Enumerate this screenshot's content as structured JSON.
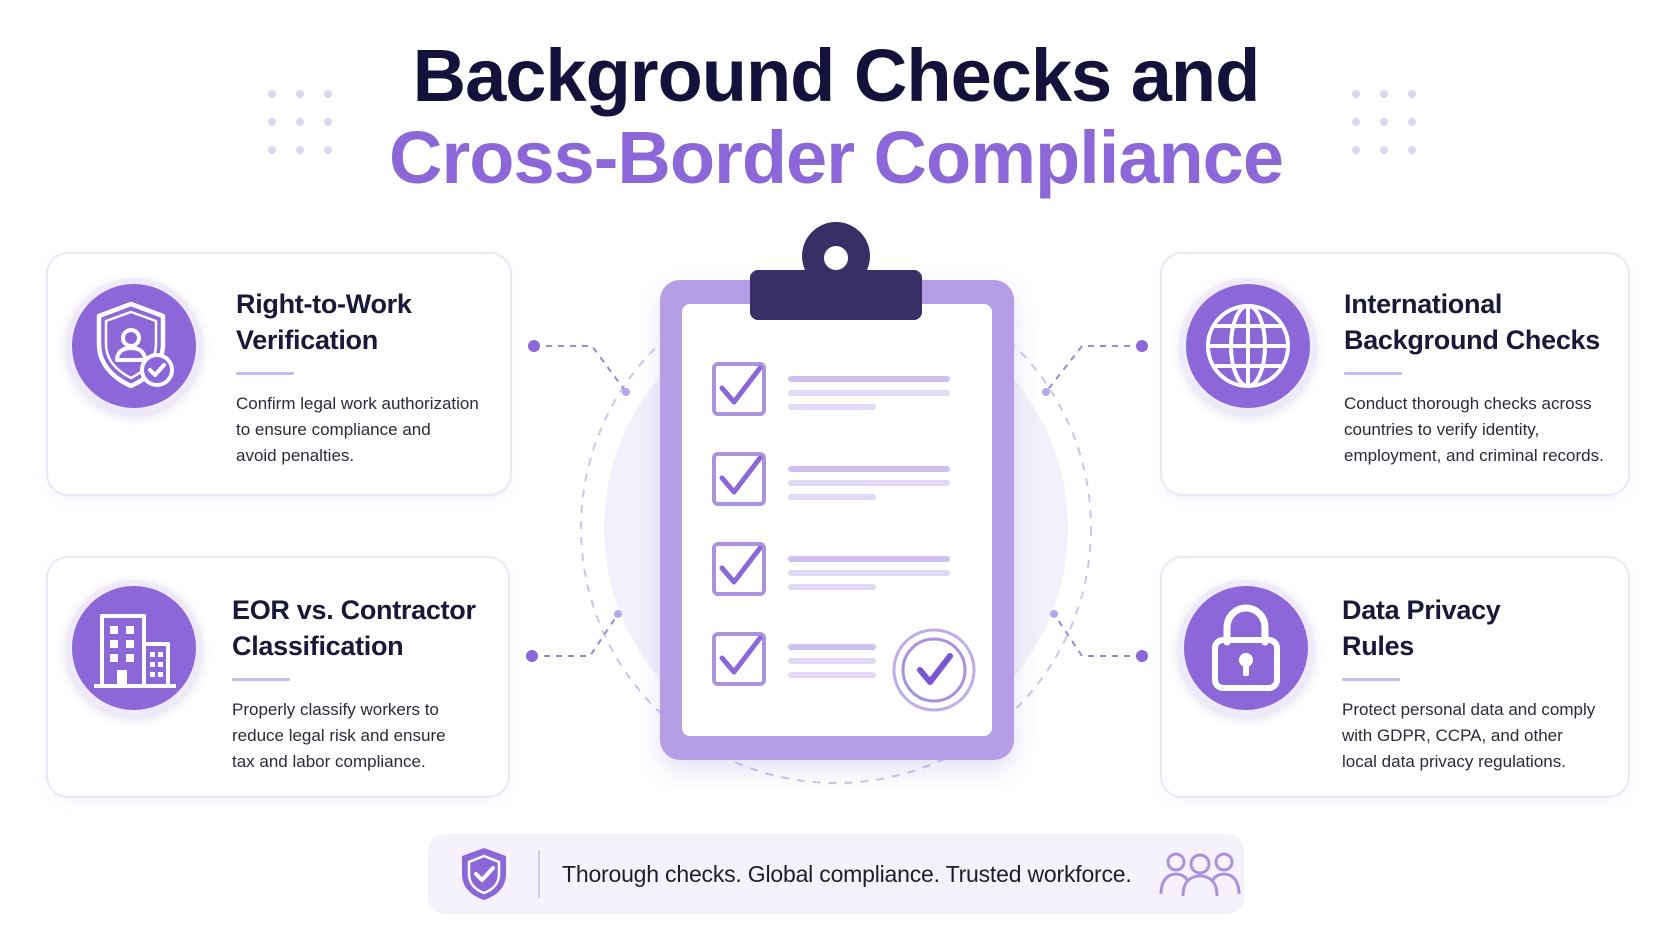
{
  "title": {
    "line1": "Background Checks and",
    "line2": "Cross-Border Compliance"
  },
  "colors": {
    "primary": "#8b67d8",
    "primary_dark": "#7c56d2",
    "navy": "#14123a",
    "clip_board": "#b49ee6",
    "clip_dark": "#3a2e66",
    "card_border": "#ebe7f6"
  },
  "cards": [
    {
      "id": "right-to-work",
      "icon": "shield-user-check-icon",
      "title_line1": "Right-to-Work",
      "title_line2": "Verification",
      "desc_line1": "Confirm legal work authorization",
      "desc_line2": "to ensure compliance and",
      "desc_line3": "avoid penalties."
    },
    {
      "id": "international",
      "icon": "globe-icon",
      "title_line1": "International",
      "title_line2": "Background Checks",
      "desc_line1": "Conduct thorough checks across",
      "desc_line2": "countries to verify identity,",
      "desc_line3": "employment, and criminal records."
    },
    {
      "id": "eor",
      "icon": "office-buildings-icon",
      "title_line1": "EOR vs. Contractor",
      "title_line2": "Classification",
      "desc_line1": "Properly classify workers to",
      "desc_line2": "reduce legal risk and ensure",
      "desc_line3": "tax and labor compliance."
    },
    {
      "id": "data-privacy",
      "icon": "padlock-icon",
      "title_line1": "Data Privacy",
      "title_line2": "Rules",
      "desc_line1": "Protect personal data and comply",
      "desc_line2": "with GDPR, CCPA, and other",
      "desc_line3": "local data privacy regulations."
    }
  ],
  "clipboard": {
    "icon": "clipboard-checklist-icon",
    "items_checked": 4,
    "items_total": 4
  },
  "footer": {
    "icon": "shield-check-icon",
    "text": "Thorough checks. Global compliance. Trusted workforce.",
    "people_icon": "people-group-icon"
  }
}
